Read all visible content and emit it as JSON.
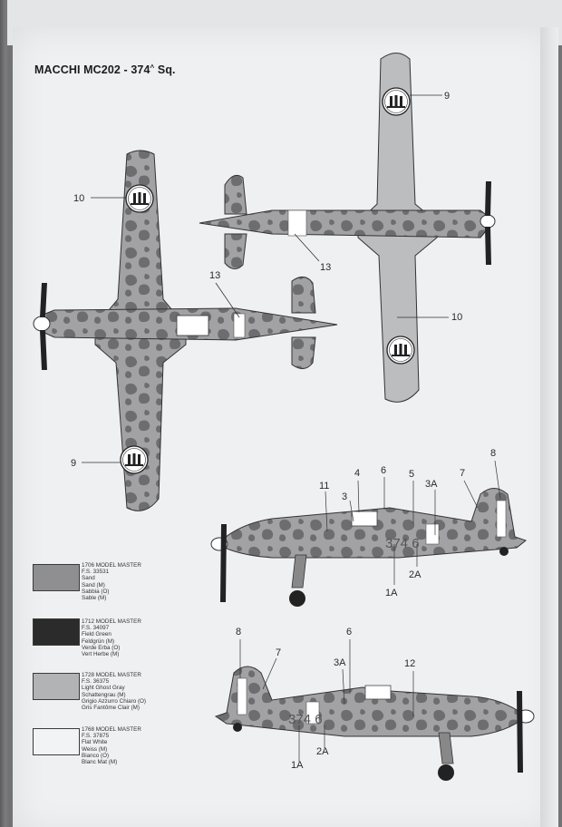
{
  "title": {
    "main": "MACCHI MC202 - 374",
    "superscript": "^",
    "suffix": " Sq."
  },
  "callouts": {
    "c9_top": "9",
    "c10_top": "10",
    "c13_top": "13",
    "c13_left": "13",
    "c10_left": "10",
    "c9_left": "9",
    "c11": "11",
    "c4": "4",
    "c6a": "6",
    "c5": "5",
    "c3a_a": "3A",
    "c7a": "7",
    "c8a": "8",
    "c3": "3",
    "c2a_a": "2A",
    "c1a_a": "1A",
    "c8b": "8",
    "c7b": "7",
    "c6b": "6",
    "c3a_b": "3A",
    "c12": "12",
    "c2a_b": "2A",
    "c1a_b": "1A"
  },
  "fuselage_codes": {
    "right_side": "374 6",
    "left_side": "374 6"
  },
  "colors": {
    "sand": "#8f8f91",
    "green": "#2b2b2c",
    "gray": "#b2b3b5",
    "white": "#f2f3f4"
  },
  "legend": [
    {
      "lines": [
        "1706 MODEL MASTER",
        "F.S. 33531",
        "Sand",
        "Sand (M)",
        "Sabbia (O)",
        "Sable (M)"
      ]
    },
    {
      "lines": [
        "1712 MODEL MASTER",
        "F.S. 34097",
        "Field Green",
        "Feldgrün (M)",
        "Verde Erba (O)",
        "Vert Herbe (M)"
      ]
    },
    {
      "lines": [
        "1728 MODEL MASTER",
        "F.S. 36375",
        "Light Ghost Gray",
        "Schattengrau (M)",
        "Grigio Azzurro Chiaro (O)",
        "Gris Fantôme Clair (M)"
      ]
    },
    {
      "lines": [
        "1768 MODEL MASTER",
        "F.S. 37875",
        "Flat White",
        "Weiss (M)",
        "Bianco (O)",
        "Blanc Mat (M)"
      ]
    }
  ]
}
